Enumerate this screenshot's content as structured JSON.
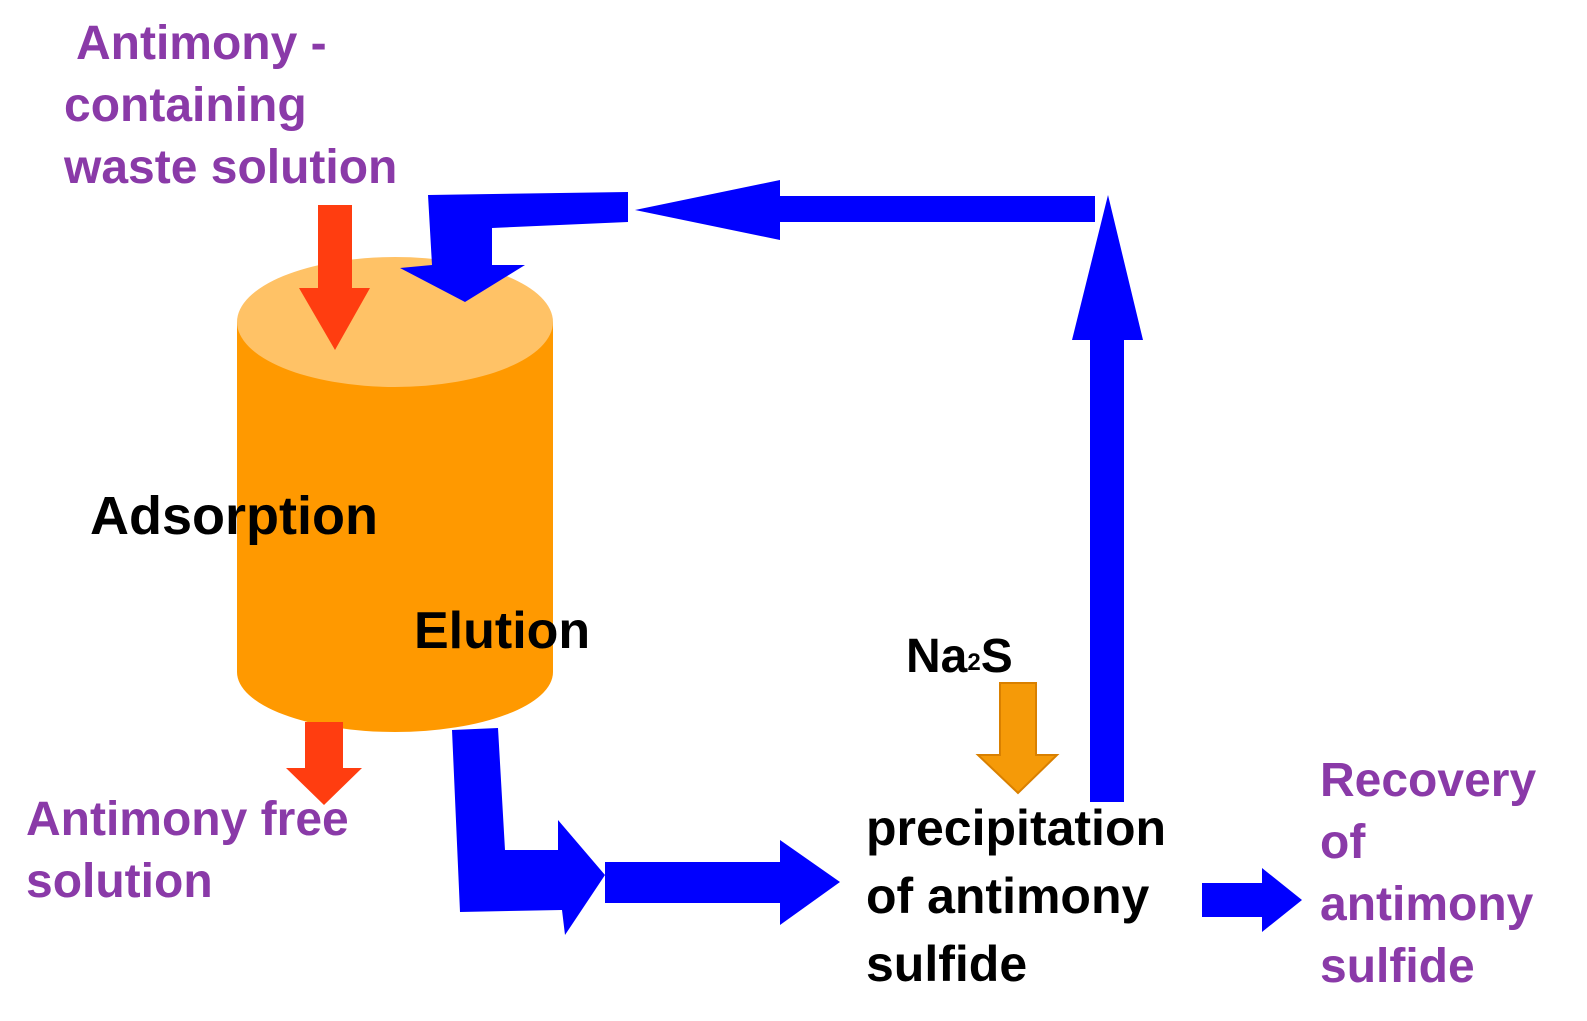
{
  "colors": {
    "flow_arrow": "#0000ff",
    "feed_arrow": "#ff3d10",
    "reagent_arrow": "#f59a08",
    "column_body": "#ff9900",
    "column_top": "#ffc266",
    "purple_text": "#8a3aa8",
    "black_text": "#000000"
  },
  "labels": {
    "feed": [
      "Antimony -",
      "containing",
      "waste solution"
    ],
    "effluent": [
      "Antimony free",
      "solution"
    ],
    "adsorption": "Adsorption",
    "elution": "Elution",
    "reagent": {
      "main": "Na",
      "sub": "2",
      "tail": "S"
    },
    "precipitation": [
      "precipitation",
      "of antimony",
      "sulfide"
    ],
    "recovery": [
      "Recovery",
      "of",
      "antimony",
      "sulfide"
    ]
  }
}
